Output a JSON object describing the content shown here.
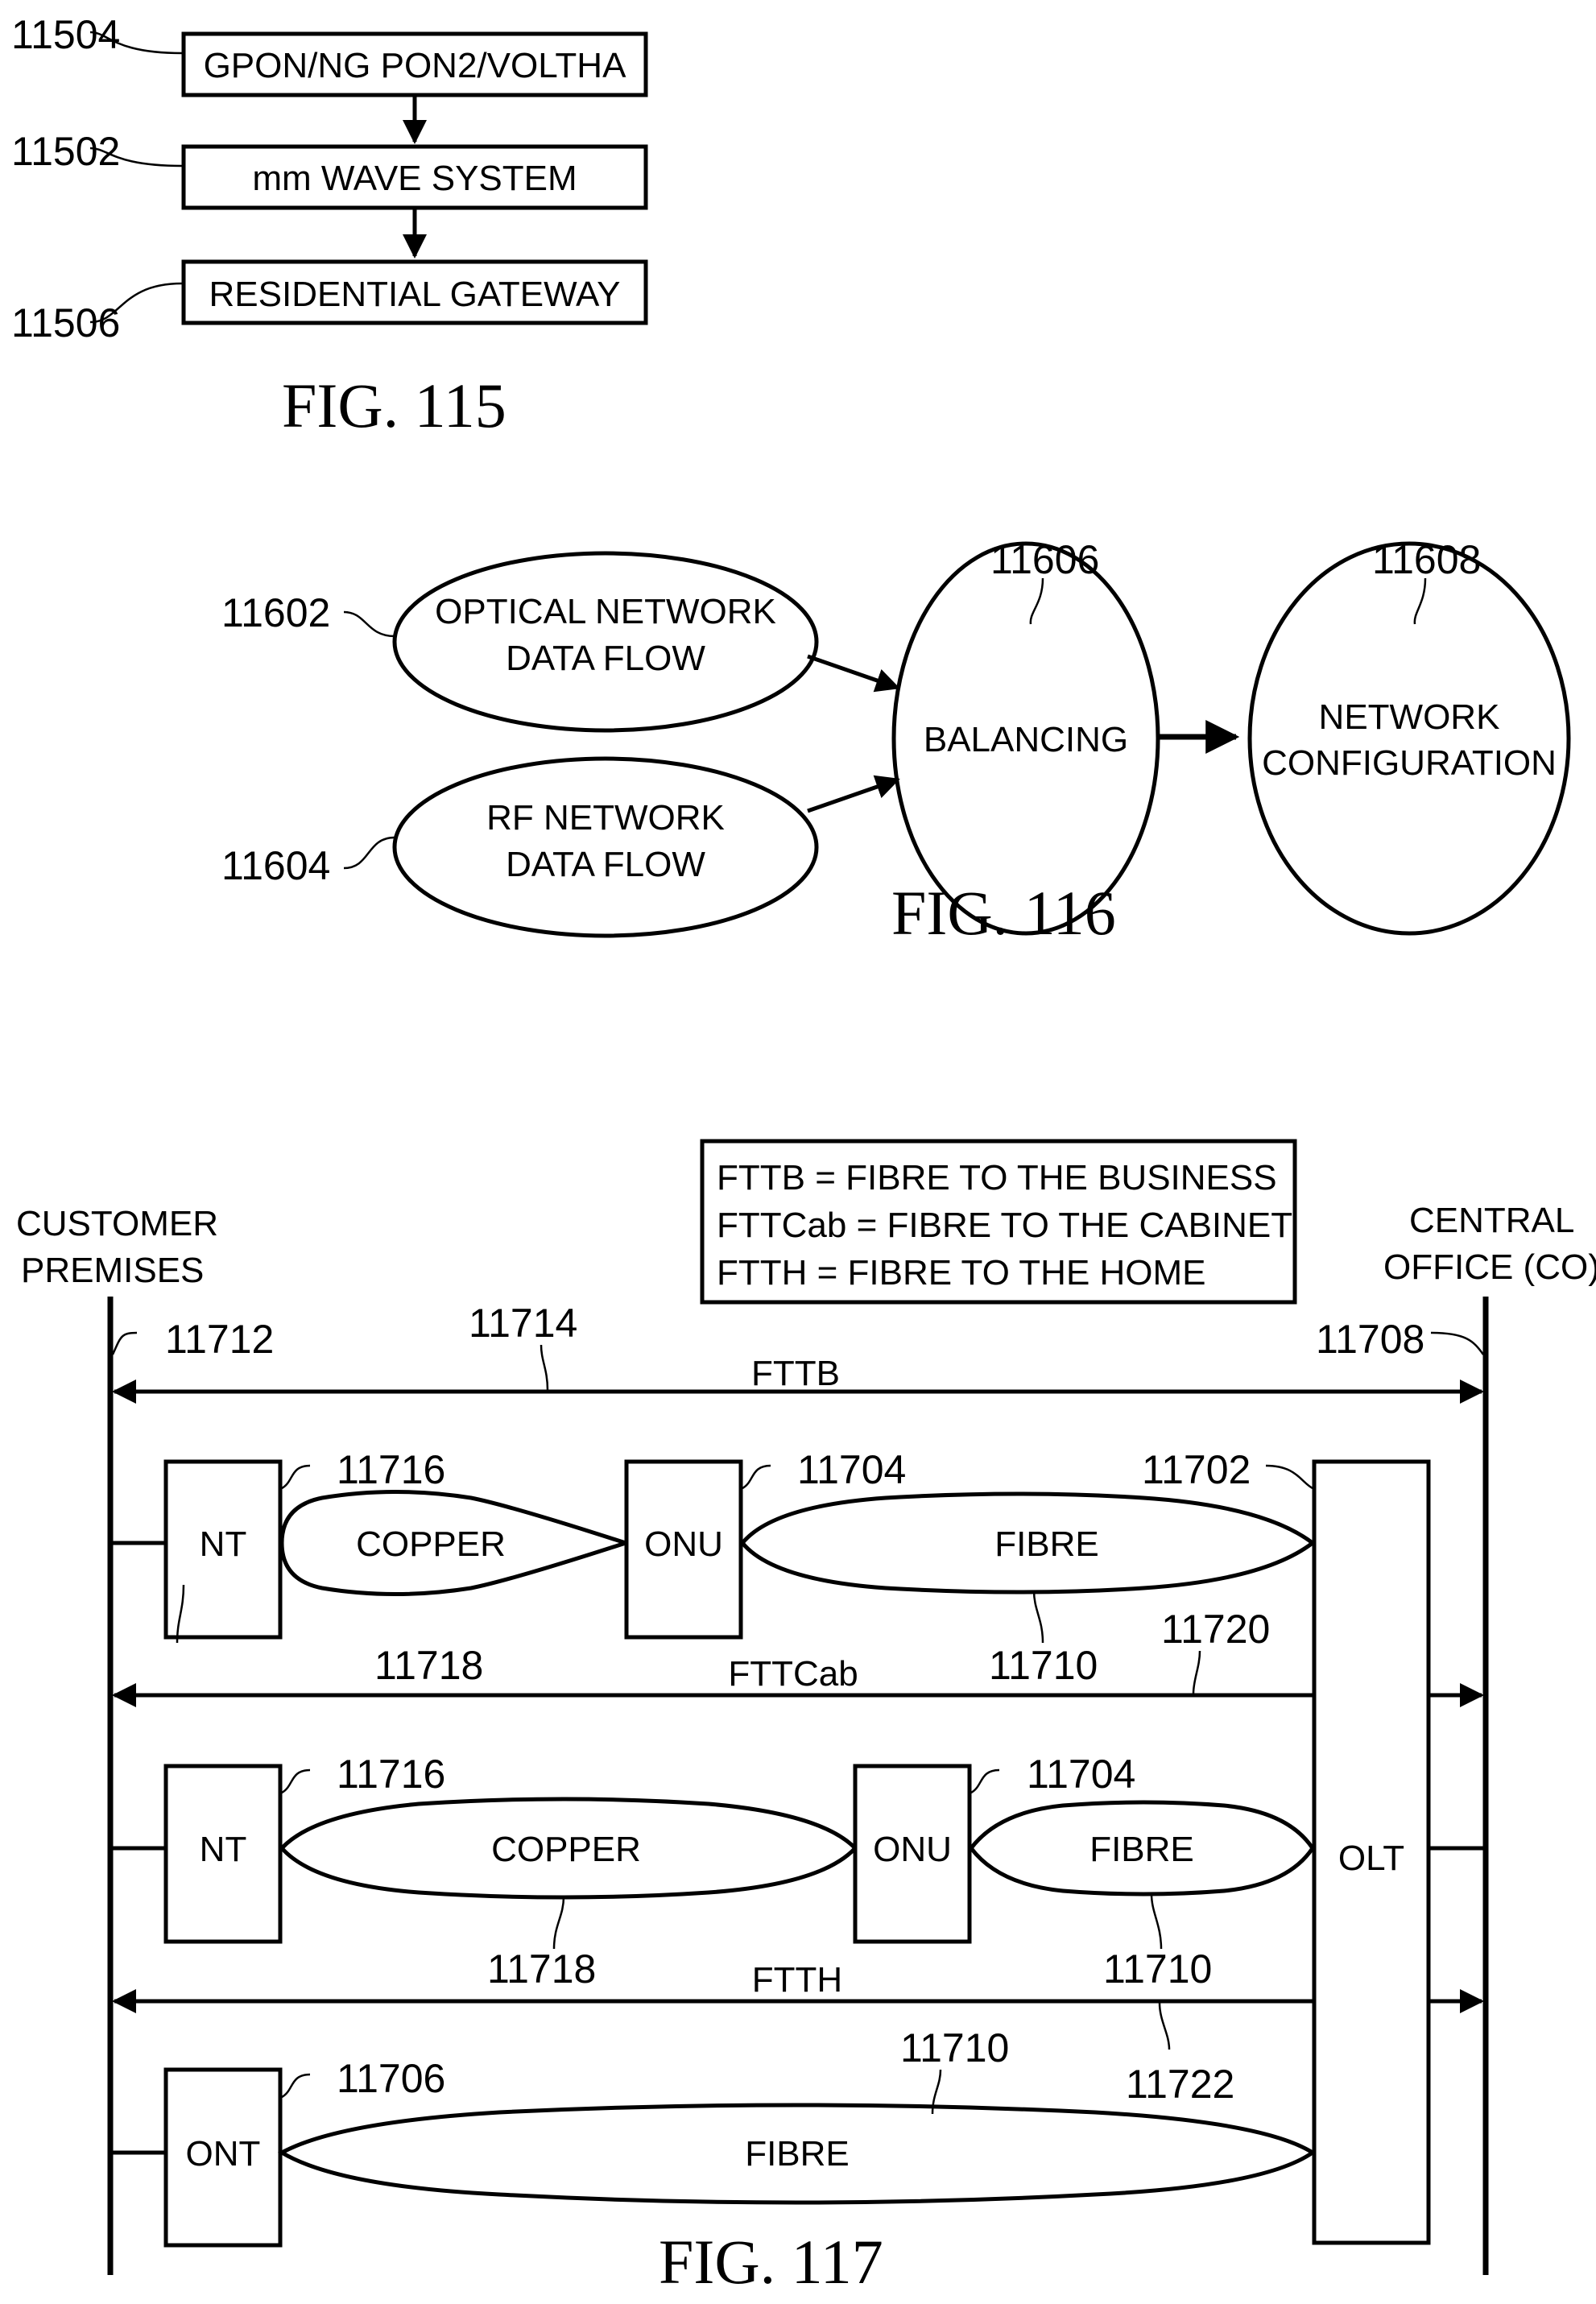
{
  "fig115": {
    "caption": "FIG. 115",
    "boxes": [
      {
        "ref": "11504",
        "label": "GPON/NG PON2/VOLTHA"
      },
      {
        "ref": "11502",
        "label": "mm WAVE SYSTEM"
      },
      {
        "ref": "11506",
        "label": "RESIDENTIAL GATEWAY"
      }
    ]
  },
  "fig116": {
    "caption": "FIG. 116",
    "nodes": [
      {
        "ref": "11602",
        "lines": [
          "OPTICAL NETWORK",
          "DATA FLOW"
        ]
      },
      {
        "ref": "11604",
        "lines": [
          "RF NETWORK",
          "DATA FLOW"
        ]
      },
      {
        "ref": "11606",
        "lines": [
          "BALANCING"
        ]
      },
      {
        "ref": "11608",
        "lines": [
          "NETWORK",
          "CONFIGURATION"
        ]
      }
    ]
  },
  "fig117": {
    "caption": "FIG. 117",
    "left_label": [
      "CUSTOMER",
      "PREMISES"
    ],
    "right_label": [
      "CENTRAL",
      "OFFICE (CO)"
    ],
    "legend": [
      "FTTB = FIBRE TO THE BUSINESS",
      "FTTCab = FIBRE TO THE CABINET",
      "FTTH = FIBRE TO THE HOME"
    ],
    "refs": {
      "customer_line": "11712",
      "co_line": "11708",
      "fttb_arrow": "11714",
      "fttcab_arrow": "11720",
      "ftth_arrow": "11722",
      "olt": "11702",
      "nt": "11716",
      "onu": "11704",
      "ont": "11706",
      "copper": "11718",
      "fibre": "11710"
    },
    "spans": {
      "fttb": "FTTB",
      "fttcab": "FTTCab",
      "ftth": "FTTH"
    },
    "devices": {
      "nt": "NT",
      "onu": "ONU",
      "olt": "OLT",
      "ont": "ONT"
    },
    "media": {
      "copper": "COPPER",
      "fibre": "FIBRE"
    }
  }
}
